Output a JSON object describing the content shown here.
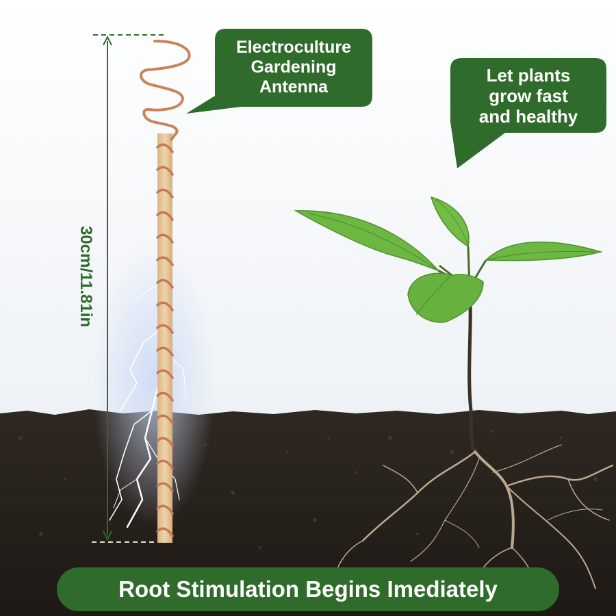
{
  "callouts": {
    "antenna": {
      "lines": [
        "Electroculture",
        "Gardening",
        "Antenna"
      ]
    },
    "plants": {
      "lines": [
        "Let plants",
        "grow fast",
        "and healthy"
      ]
    }
  },
  "dimension": {
    "label": "30cm/11.81in"
  },
  "banner": {
    "text": "Root Stimulation Begins Imediately"
  },
  "colors": {
    "callout_green": "#2f6b2a",
    "dimension_green": "#2e6b2a",
    "soil": "#2a231e",
    "copper": "#c8855a",
    "wood": "#e9c99e",
    "leaf": "#6cb842"
  }
}
